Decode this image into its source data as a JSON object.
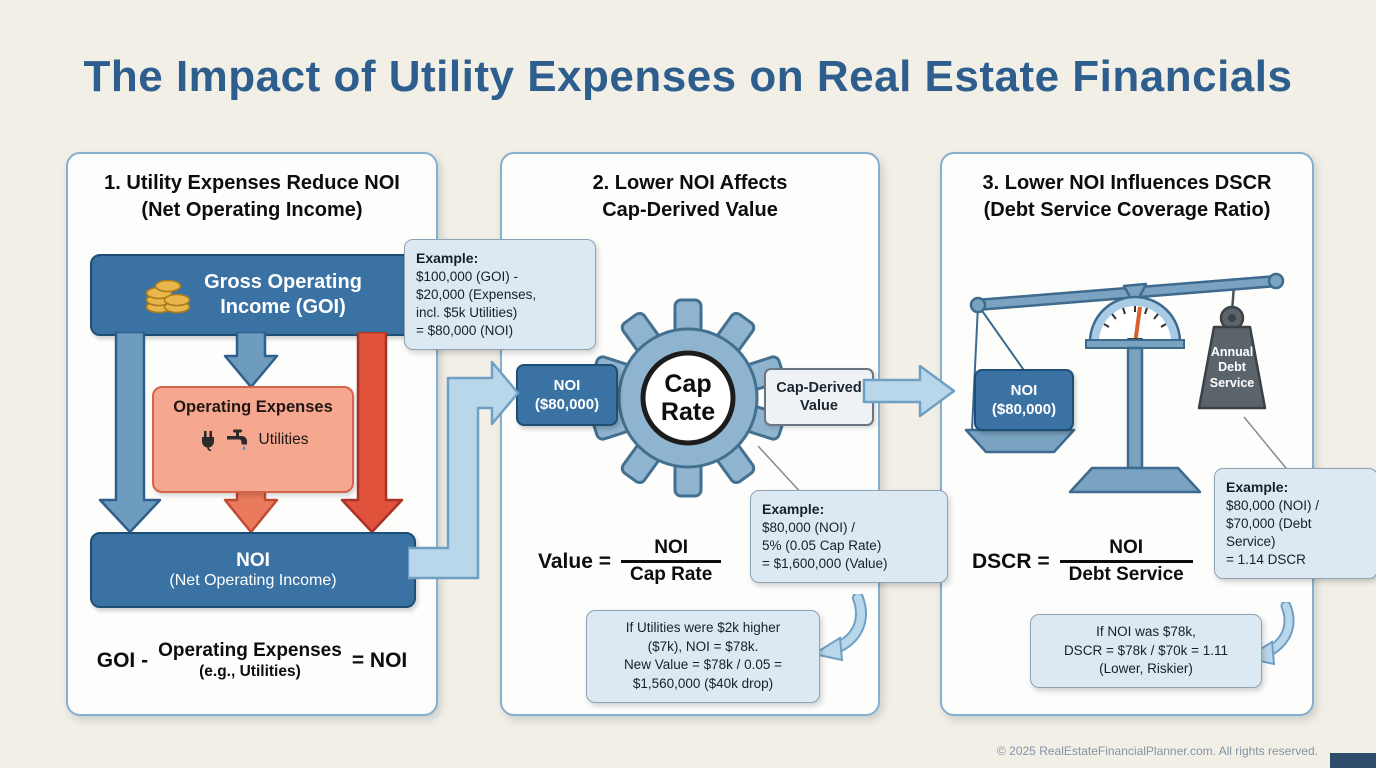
{
  "page": {
    "title": "The Impact of Utility Expenses on Real Estate Financials",
    "footer": "© 2025 RealEstateFinancialPlanner.com. All rights reserved."
  },
  "colors": {
    "background": "#f2efe6",
    "title_blue": "#2d5e8e",
    "panel_border": "#85aecf",
    "box_blue": "#3a72a4",
    "box_salmon": "#f5a88f",
    "arrow_blue": "#6d9cbf",
    "arrow_red": "#e0523c",
    "callout_bg": "#dce9f3",
    "gear_blue": "#8fb4cf",
    "weight_gray": "#5c646b",
    "coin_gold": "#e8b64a",
    "needle_orange": "#d95f2b"
  },
  "panel1": {
    "heading": "1. Utility Expenses Reduce NOI\n(Net Operating Income)",
    "goi_label": "Gross Operating\nIncome (GOI)",
    "expenses_title": "Operating Expenses",
    "utilities_label": "Utilities",
    "noi_title": "NOI",
    "noi_subtitle": "(Net Operating Income)",
    "formula": {
      "lhs": "GOI -",
      "mid": "Operating Expenses",
      "mid_sub": "(e.g., Utilities)",
      "rhs": "= NOI"
    },
    "example": {
      "title": "Example:",
      "body": "$100,000 (GOI) -\n$20,000 (Expenses,\nincl. $5k Utilities)\n= $80,000 (NOI)"
    }
  },
  "panel2": {
    "heading": "2. Lower NOI Affects\nCap-Derived Value",
    "noi_box": "NOI\n($80,000)",
    "gear_label": "Cap\nRate",
    "value_box": "Cap-Derived\nValue",
    "formula": {
      "lhs": "Value =",
      "numerator": "NOI",
      "denominator": "Cap Rate"
    },
    "example": {
      "title": "Example:",
      "body": "$80,000 (NOI) /\n5% (0.05 Cap Rate)\n= $1,600,000 (Value)"
    },
    "note": "If Utilities were $2k higher\n($7k), NOI = $78k.\nNew Value = $78k / 0.05 =\n$1,560,000 ($40k drop)"
  },
  "panel3": {
    "heading": "3. Lower NOI Influences DSCR\n(Debt Service Coverage Ratio)",
    "noi_box": "NOI\n($80,000)",
    "weight_label": "Annual\nDebt\nService",
    "formula": {
      "lhs": "DSCR =",
      "numerator": "NOI",
      "denominator": "Debt Service"
    },
    "example": {
      "title": "Example:",
      "body": "$80,000 (NOI) /\n$70,000 (Debt\nService)\n= 1.14 DSCR"
    },
    "note": "If NOI was $78k,\nDSCR = $78k / $70k = 1.11\n(Lower, Riskier)"
  }
}
